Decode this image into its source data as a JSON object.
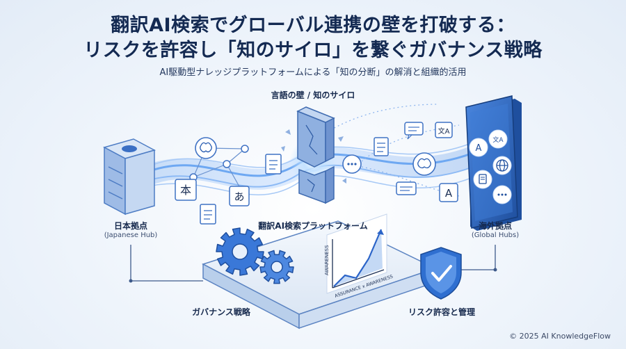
{
  "header": {
    "title_line1": "翻訳AI検索でグローバル連携の壁を打破する：",
    "title_line2": "リスクを許容し「知のサイロ」を繋ぐガバナンス戦略",
    "subtitle": "AI駆動型ナレッジプラットフォームによる「知の分断」の解消と組織的活用"
  },
  "labels": {
    "barrier": "言語の壁 / 知のサイロ",
    "japan_hub": "日本拠点",
    "japan_hub_en": "(Japanese Hub)",
    "global_hub": "海外拠点",
    "global_hub_en": "(Global Hubs)",
    "platform": "翻訳AI検索プラットフォーム",
    "governance": "ガバナンス戦略",
    "risk": "リスク許容と管理"
  },
  "nodes": {
    "japanese_char": "本",
    "hiragana_char": "あ",
    "letter_a": "A",
    "translate_glyph": "文A"
  },
  "graph_labels": {
    "y_axis": "AWARENESS",
    "x_axis": "ASSURANCE x AWARENESS"
  },
  "footer": {
    "copyright": "© 2025 AI KnowledgeFlow"
  },
  "colors": {
    "accent": "#3a78d8",
    "dark_navy": "#142a52",
    "light_blue": "#cfe0f7"
  }
}
